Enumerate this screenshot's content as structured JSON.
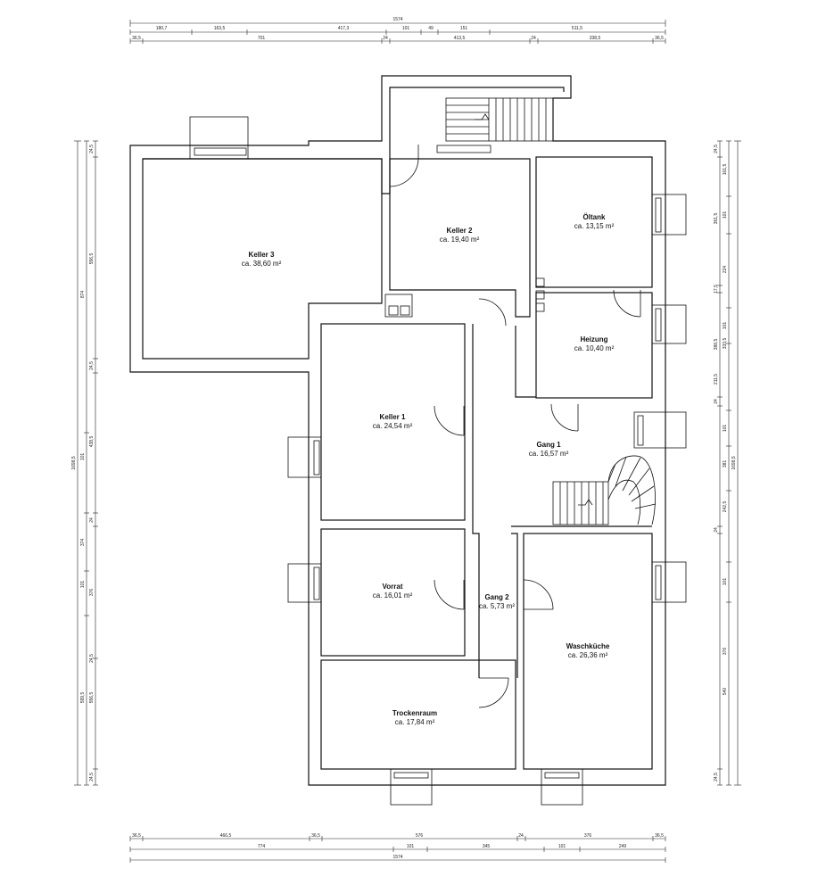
{
  "rooms": [
    {
      "id": "keller3",
      "name": "Keller 3",
      "area": "ca. 38,60 m²"
    },
    {
      "id": "keller2",
      "name": "Keller 2",
      "area": "ca. 19,40 m²"
    },
    {
      "id": "oeltank",
      "name": "Öltank",
      "area": "ca. 13,15 m²"
    },
    {
      "id": "heizung",
      "name": "Heizung",
      "area": "ca. 10,40 m²"
    },
    {
      "id": "keller1",
      "name": "Keller 1",
      "area": "ca. 24,54 m²"
    },
    {
      "id": "gang1",
      "name": "Gang 1",
      "area": "ca. 16,57 m²"
    },
    {
      "id": "vorrat",
      "name": "Vorrat",
      "area": "ca. 16,01 m²"
    },
    {
      "id": "gang2",
      "name": "Gang 2",
      "area": "ca. 5,73 m²"
    },
    {
      "id": "waschkueche",
      "name": "Waschküche",
      "area": "ca. 26,36 m²"
    },
    {
      "id": "trockenraum",
      "name": "Trockenraum",
      "area": "ca. 17,84 m²"
    }
  ],
  "dimensions": {
    "top": {
      "total": "1574",
      "row2": [
        "180,7",
        "163,5",
        "417,3",
        "101",
        "49",
        "151",
        "511,5"
      ],
      "row3": [
        "36,5",
        "701",
        "24",
        "413,5",
        "24",
        "338,5",
        "36,5"
      ]
    },
    "bottom": {
      "row1": [
        "36,5",
        "466,5",
        "36,5",
        "576",
        "24",
        "376",
        "36,5"
      ],
      "row2": [
        "774",
        "101",
        "345",
        "101",
        "249"
      ],
      "total": "1574"
    },
    "left": {
      "outer": "1698,5",
      "mid": [
        "874",
        "101",
        "374",
        "101",
        "599,5"
      ],
      "inner": [
        "24,5",
        "556,5",
        "24,5",
        "438,5",
        "24",
        "376",
        "24,5",
        "556,5",
        "24,5"
      ]
    },
    "right": {
      "outer": "1698,5",
      "mid": [
        "161,5",
        "101",
        "224",
        "101",
        "333,5",
        "101",
        "381",
        "242,5",
        "101",
        "376",
        "540"
      ],
      "inner": [
        "24,5",
        "361,5",
        "388,5",
        "17,5",
        "211,5",
        "24",
        "24",
        "24,5"
      ]
    }
  }
}
